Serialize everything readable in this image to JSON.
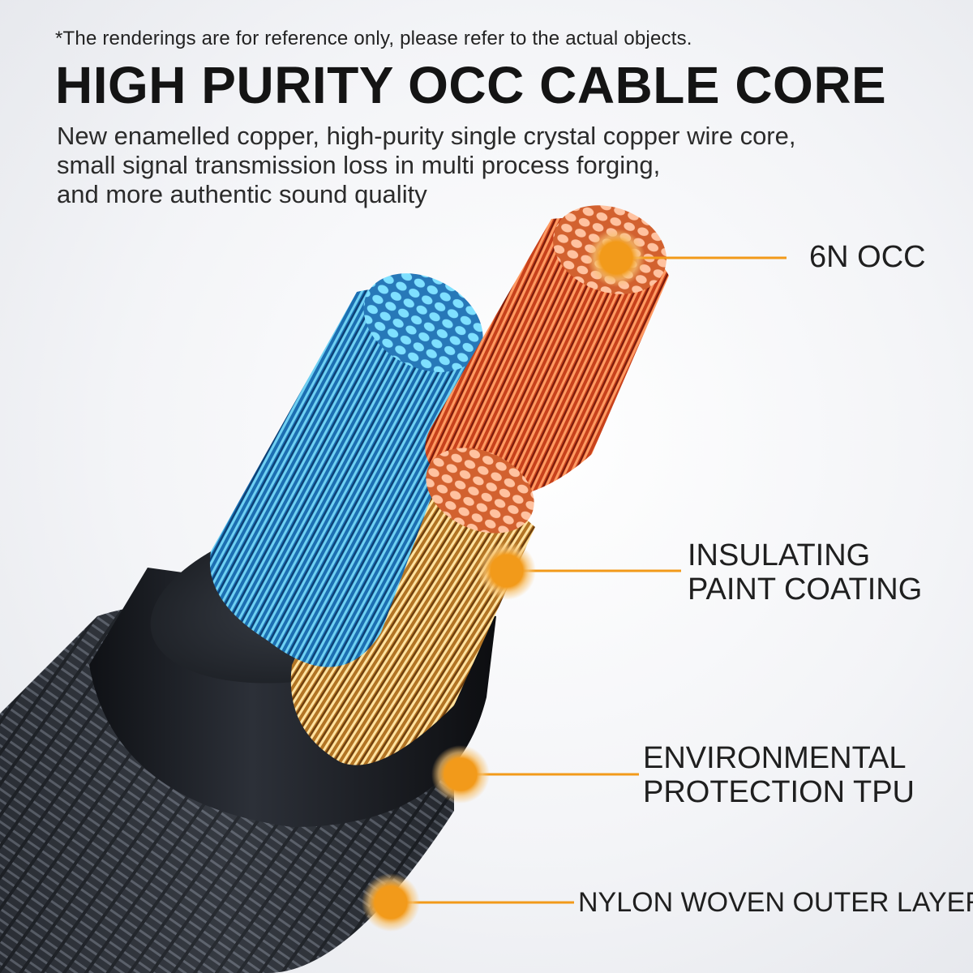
{
  "header": {
    "note": "*The renderings are for reference only, please refer to the actual objects.",
    "title": "HIGH PURITY OCC CABLE CORE",
    "description_lines": [
      "New enamelled copper, high-purity single crystal copper wire core,",
      "small signal transmission loss in multi process forging,",
      "and more authentic sound quality"
    ]
  },
  "callouts": [
    {
      "lines": [
        "6N OCC"
      ]
    },
    {
      "lines": [
        "INSULATING",
        "PAINT COATING"
      ]
    },
    {
      "lines": [
        "ENVIRONMENTAL",
        "PROTECTION TPU"
      ]
    },
    {
      "lines": [
        "NYLON WOVEN OUTER LAYER"
      ]
    }
  ],
  "colors": {
    "accent_orange": "#f29a1a",
    "copper_wire": "#e2612a",
    "blue_wire": "#2f9ad6",
    "gold_wire": "#e0a94a",
    "jacket": "#1b1e24"
  }
}
